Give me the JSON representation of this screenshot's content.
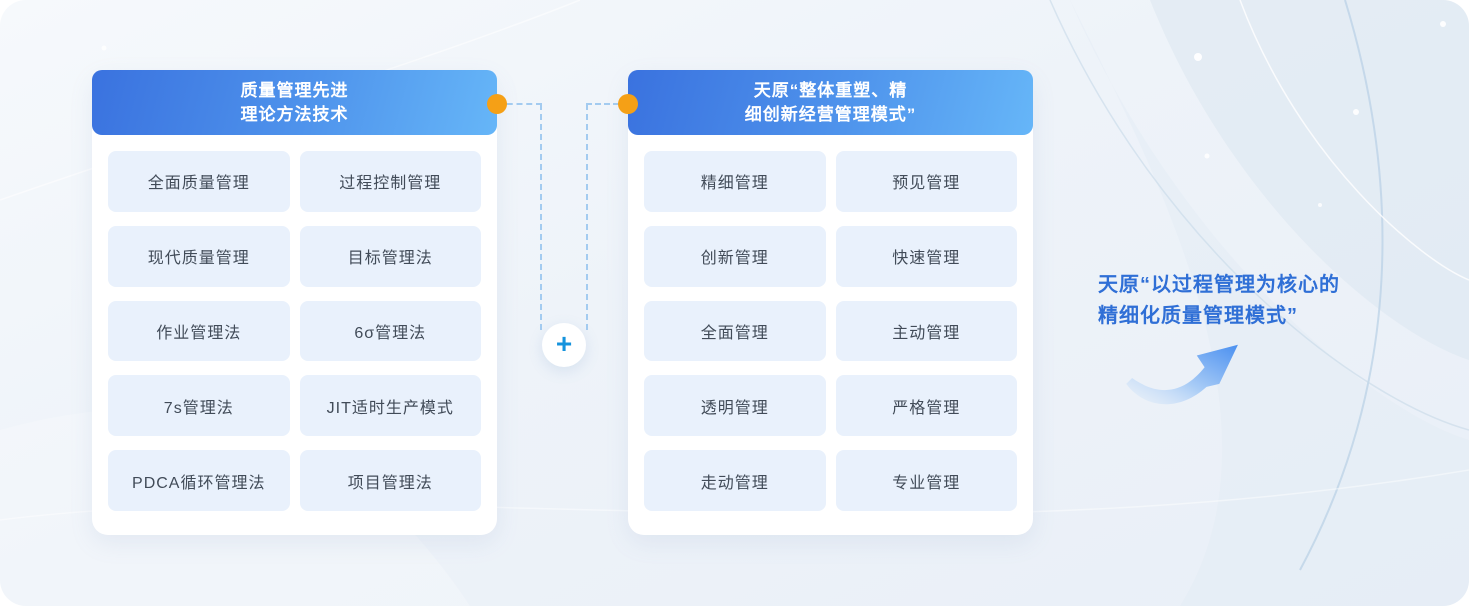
{
  "left_panel": {
    "title_lines": [
      "质量管理先进",
      "理论方法技术"
    ],
    "items": [
      "全面质量管理",
      "过程控制管理",
      "现代质量管理",
      "目标管理法",
      "作业管理法",
      "6σ管理法",
      "7s管理法",
      "JIT适时生产模式",
      "PDCA循环管理法",
      "项目管理法"
    ]
  },
  "right_panel": {
    "title_lines": [
      "天原“整体重塑、精",
      "细创新经营管理模式”"
    ],
    "items": [
      "精细管理",
      "预见管理",
      "创新管理",
      "快速管理",
      "全面管理",
      "主动管理",
      "透明管理",
      "严格管理",
      "走动管理",
      "专业管理"
    ]
  },
  "connector": {
    "plus_label": "+"
  },
  "result": {
    "lines": [
      "天原“以过程管理为核心的",
      "精细化质量管理模式”"
    ]
  },
  "colors": {
    "header_gradient_start": "#3a72df",
    "header_gradient_end": "#66b6f8",
    "panel_bg": "#ffffff",
    "cell_bg": "#e9f1fc",
    "cell_text": "#414b58",
    "accent_orange": "#f5a016",
    "plus_blue": "#1593dd",
    "dash_blue": "#a3cbf0",
    "result_text_blue": "#2f6fd6"
  }
}
